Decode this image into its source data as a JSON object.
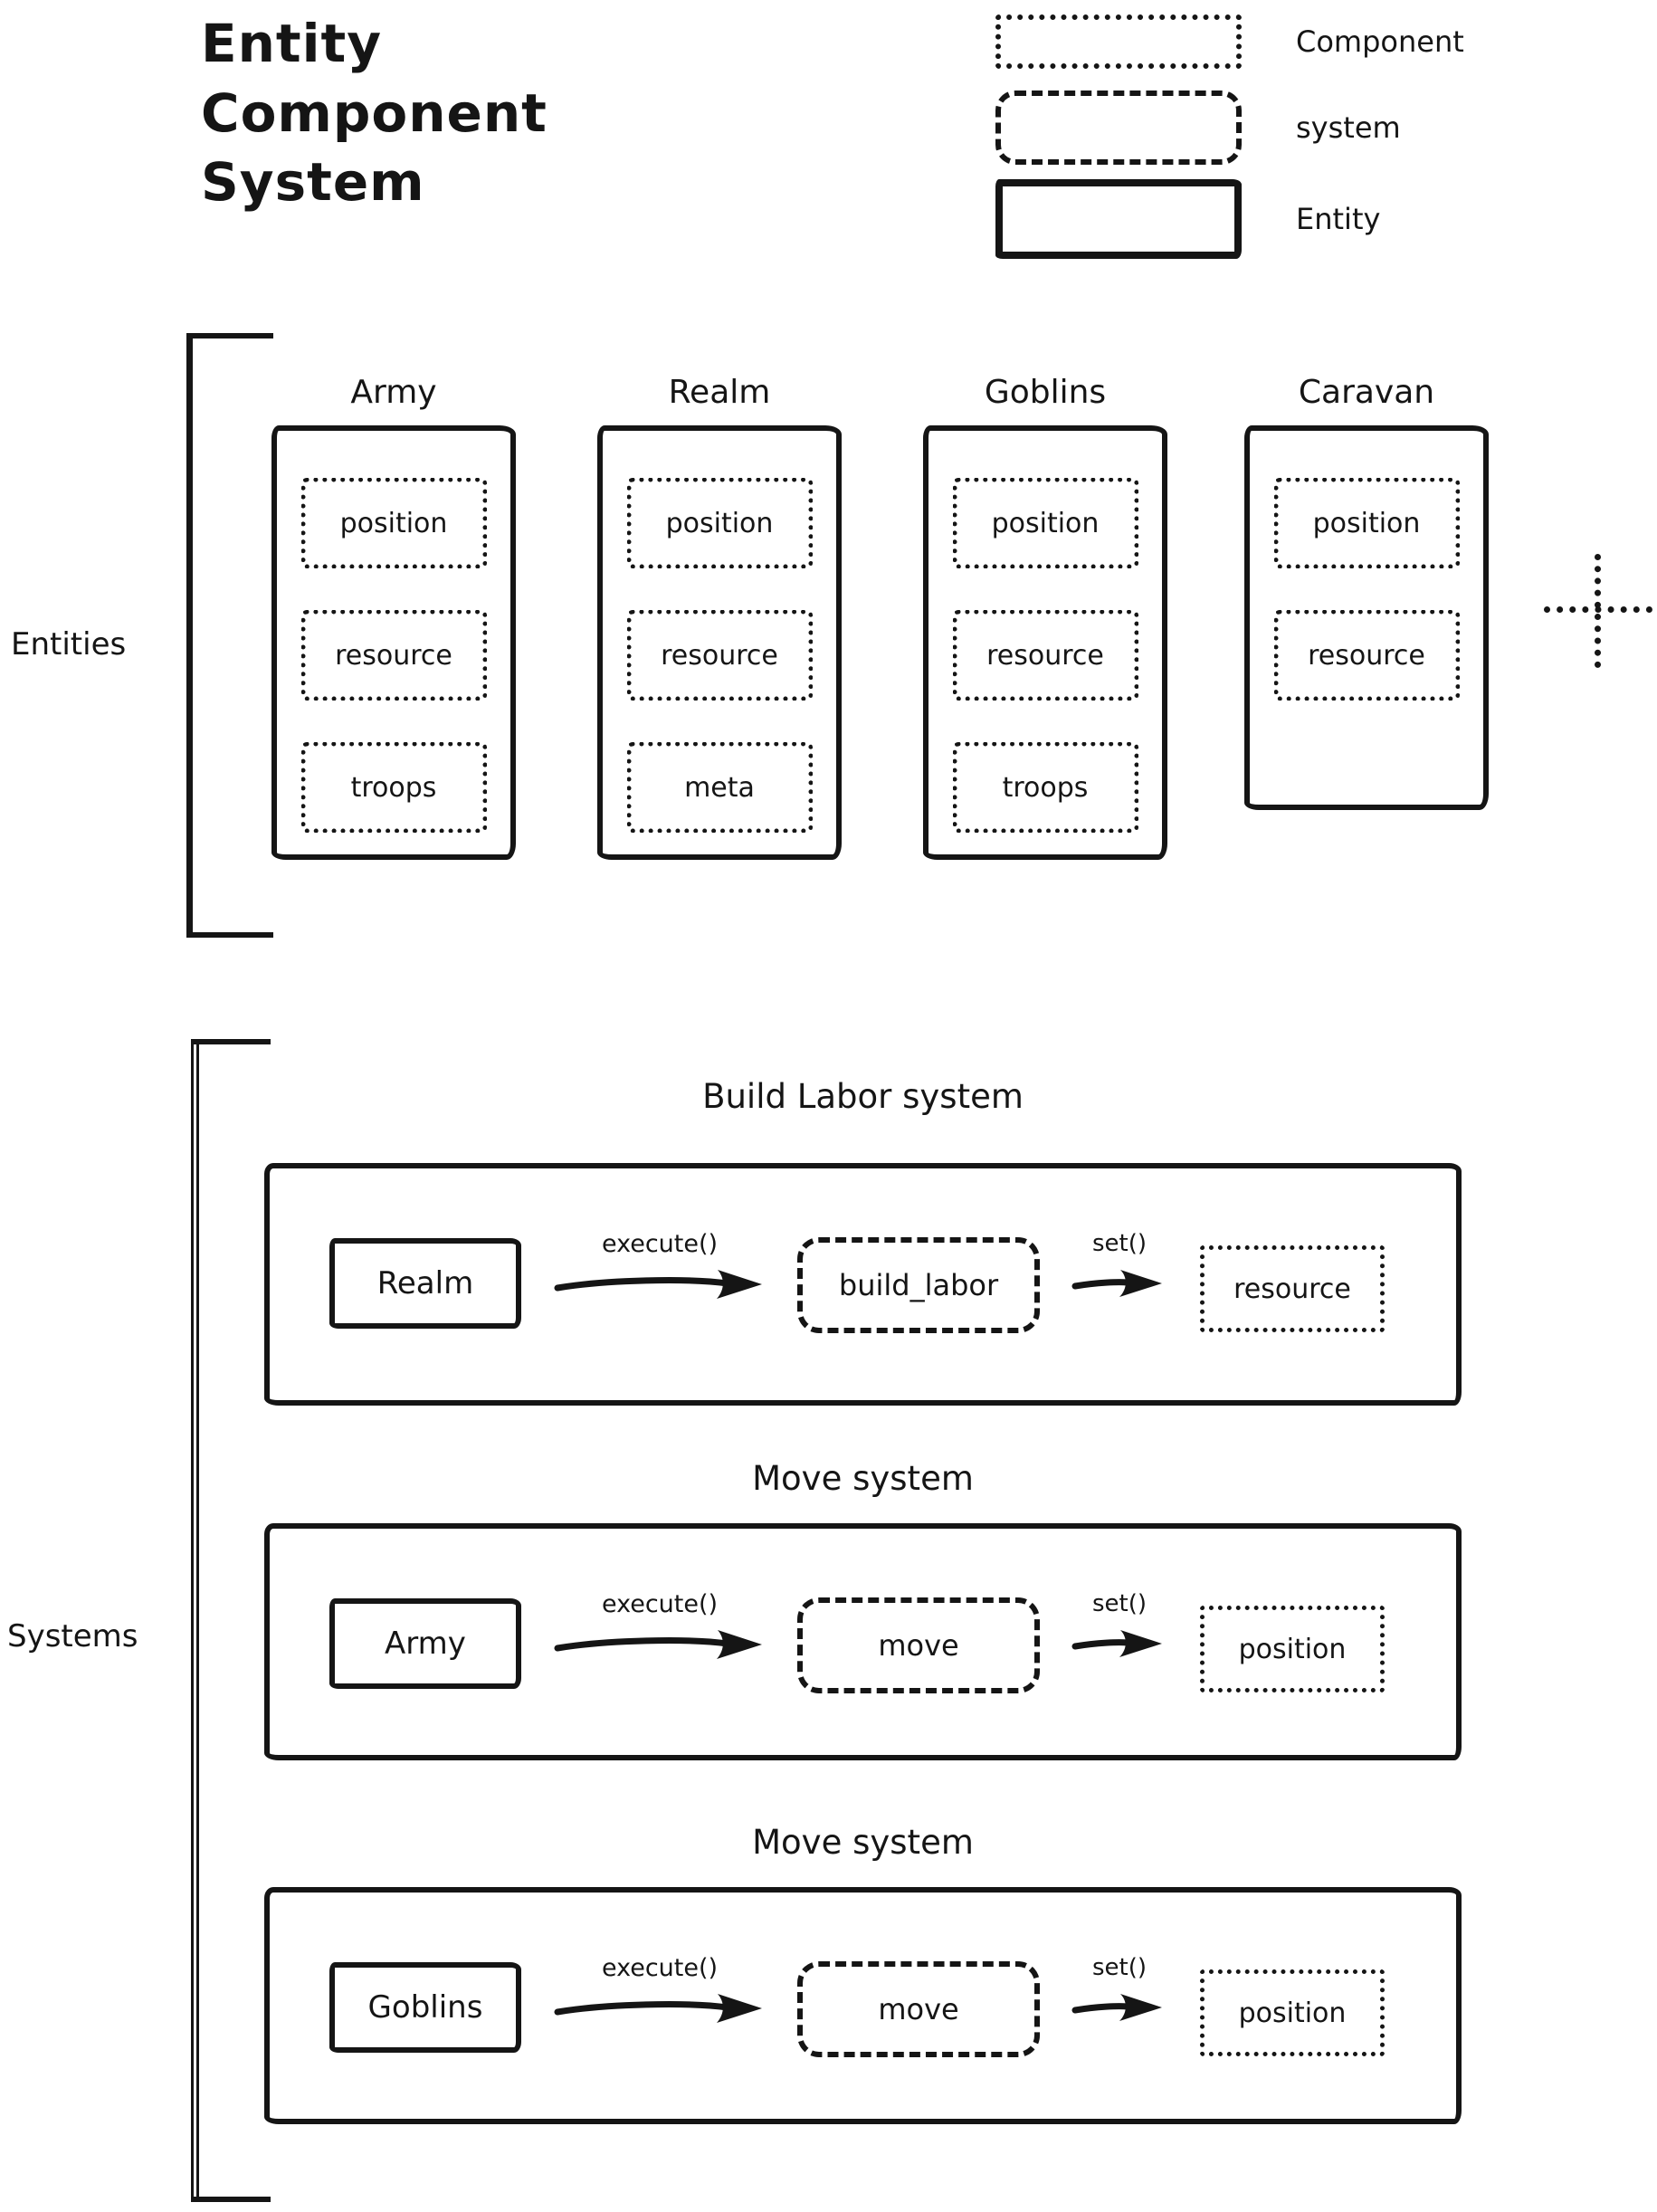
{
  "title": {
    "lines": [
      "Entity",
      "Component",
      "System"
    ]
  },
  "legend": {
    "items": [
      {
        "label": "Component",
        "style": "dotted"
      },
      {
        "label": "system",
        "style": "dashed"
      },
      {
        "label": "Entity",
        "style": "solid"
      }
    ]
  },
  "entities_section": {
    "label": "Entities",
    "entities": [
      {
        "name": "Army",
        "components": [
          "position",
          "resource",
          "troops"
        ]
      },
      {
        "name": "Realm",
        "components": [
          "position",
          "resource",
          "meta"
        ]
      },
      {
        "name": "Goblins",
        "components": [
          "position",
          "resource",
          "troops"
        ]
      },
      {
        "name": "Caravan",
        "components": [
          "position",
          "resource"
        ]
      }
    ],
    "more_icon": "dotted-plus-icon"
  },
  "systems_section": {
    "label": "Systems",
    "systems": [
      {
        "title": "Build Labor system",
        "entity": "Realm",
        "call_label": "execute()",
        "system_fn": "build_labor",
        "set_label": "set()",
        "component": "resource"
      },
      {
        "title": "Move system",
        "entity": "Army",
        "call_label": "execute()",
        "system_fn": "move",
        "set_label": "set()",
        "component": "position"
      },
      {
        "title": "Move system",
        "entity": "Goblins",
        "call_label": "execute()",
        "system_fn": "move",
        "set_label": "set()",
        "component": "position"
      }
    ]
  },
  "colors": {
    "ink": "#151515",
    "background": "#ffffff"
  }
}
